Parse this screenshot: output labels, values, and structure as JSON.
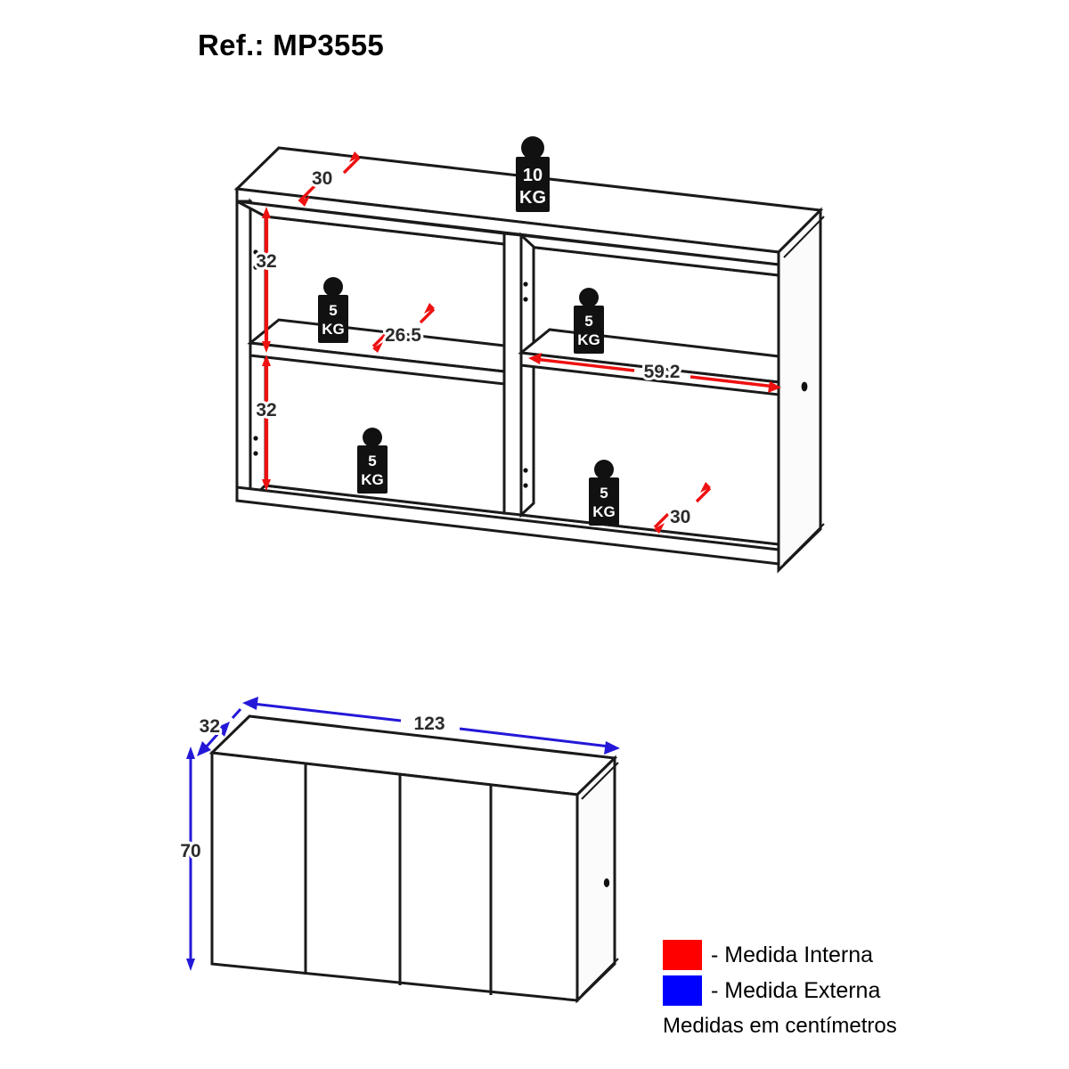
{
  "title": "Ref.: MP3555",
  "open_view": {
    "label": "open-cabinet-isometric",
    "internal_dims": [
      {
        "id": "top-depth",
        "value": "30"
      },
      {
        "id": "upper-left-height",
        "value": "32"
      },
      {
        "id": "lower-left-height",
        "value": "32"
      },
      {
        "id": "left-shelf-depth",
        "value": "26.5"
      },
      {
        "id": "right-shelf-width",
        "value": "59.2"
      },
      {
        "id": "bottom-right-depth",
        "value": "30"
      }
    ],
    "load_tags": [
      {
        "id": "top-load",
        "weight": "10",
        "unit": "KG"
      },
      {
        "id": "left-shelf-load",
        "weight": "5",
        "unit": "KG"
      },
      {
        "id": "right-shelf-load",
        "weight": "5",
        "unit": "KG"
      },
      {
        "id": "left-bottom-load",
        "weight": "5",
        "unit": "KG"
      },
      {
        "id": "right-bottom-load",
        "weight": "5",
        "unit": "KG"
      }
    ]
  },
  "closed_view": {
    "label": "closed-cabinet-isometric",
    "door_count": 4,
    "external_dims": [
      {
        "id": "depth",
        "value": "32"
      },
      {
        "id": "width",
        "value": "123"
      },
      {
        "id": "height",
        "value": "70"
      }
    ]
  },
  "legend": {
    "internal": {
      "color": "#FF0000",
      "text": "- Medida Interna"
    },
    "external": {
      "color": "#0000FF",
      "text": "- Medida Externa"
    },
    "footer": "Medidas em centímetros"
  }
}
